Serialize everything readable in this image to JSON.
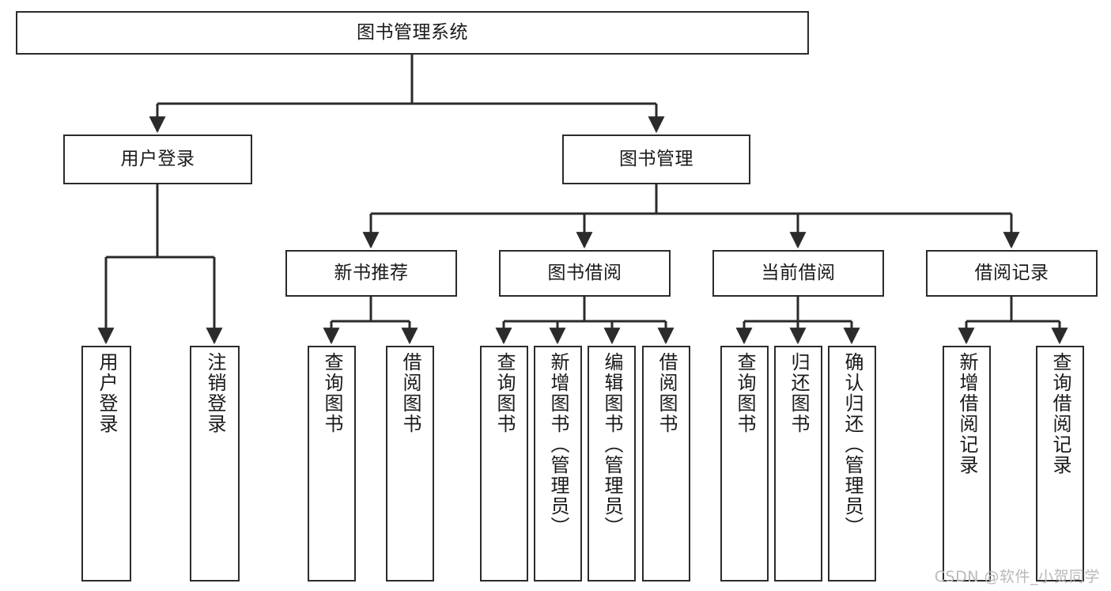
{
  "diagram": {
    "type": "tree-hierarchy",
    "title": "图书管理系统",
    "watermark": "CSDN @软件_小贺同学",
    "colors": {
      "box_border": "#2b2b2b",
      "box_fill": "#ffffff",
      "connector": "#2b2b2b",
      "text": "#1a1a1a",
      "watermark": "#b9b9b9",
      "background": "#ffffff"
    },
    "nodes": {
      "root": {
        "label": "图书管理系统",
        "level": 0
      },
      "l1": [
        {
          "id": "user-login",
          "label": "用户登录"
        },
        {
          "id": "book-management",
          "label": "图书管理"
        }
      ],
      "l2": [
        {
          "id": "new-book-recommend",
          "label": "新书推荐"
        },
        {
          "id": "book-borrow",
          "label": "图书借阅"
        },
        {
          "id": "current-borrow",
          "label": "当前借阅"
        },
        {
          "id": "borrow-record",
          "label": "借阅记录"
        }
      ],
      "leaves": {
        "user_login": [
          {
            "id": "leaf-user-login",
            "label": "用户登录"
          },
          {
            "id": "leaf-logout-login",
            "label": "注销登录"
          }
        ],
        "new_book_recommend": [
          {
            "id": "leaf-query-book-1",
            "label": "查询图书"
          },
          {
            "id": "leaf-borrow-book-1",
            "label": "借阅图书"
          }
        ],
        "book_borrow": [
          {
            "id": "leaf-query-book-2",
            "label": "查询图书"
          },
          {
            "id": "leaf-add-book-admin",
            "label": "新增图书（管理员）"
          },
          {
            "id": "leaf-edit-book-admin",
            "label": "编辑图书（管理员）"
          },
          {
            "id": "leaf-borrow-book-2",
            "label": "借阅图书"
          }
        ],
        "current_borrow": [
          {
            "id": "leaf-query-book-3",
            "label": "查询图书"
          },
          {
            "id": "leaf-return-book",
            "label": "归还图书"
          },
          {
            "id": "leaf-confirm-return-admin",
            "label": "确认归还（管理员）"
          }
        ],
        "borrow_record": [
          {
            "id": "leaf-add-borrow-record",
            "label": "新增借阅记录"
          },
          {
            "id": "leaf-query-borrow-record",
            "label": "查询借阅记录"
          }
        ]
      }
    }
  }
}
